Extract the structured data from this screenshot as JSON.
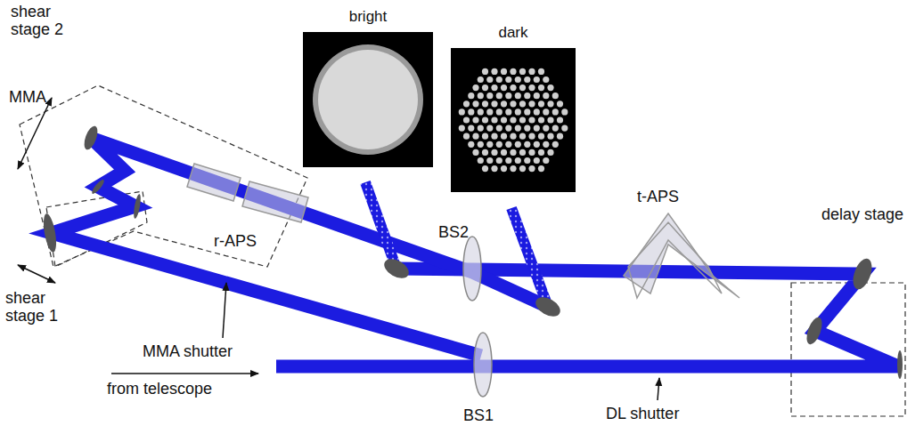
{
  "diagram": {
    "labels": [
      "bright",
      "dark",
      "shear stage 2",
      "MMA",
      "r-APS",
      "t-APS",
      "delay stage",
      "BS2",
      "shear stage 1",
      "MMA shutter",
      "from telescope",
      "DL shutter",
      "BS1"
    ]
  }
}
